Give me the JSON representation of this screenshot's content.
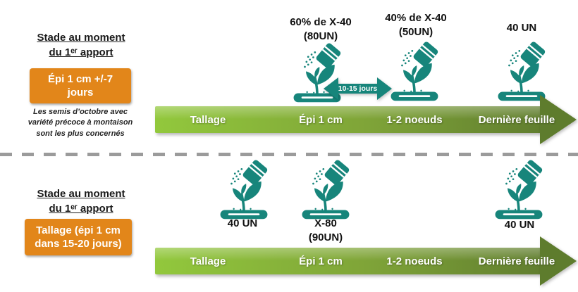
{
  "stages": [
    "Tallage",
    "Épi 1 cm",
    "1-2 noeuds",
    "Dernière feuille"
  ],
  "top": {
    "header_line1": "Stade au moment",
    "header_line2": "du 1ᵉʳ apport",
    "stage_box": "Épi 1 cm +/-7 jours",
    "note_lines": [
      "Les semis d’octobre avec",
      "variété précoce à montaison",
      "sont les plus concernés"
    ],
    "applications": [
      {
        "line1": "60% de X-40",
        "line2": "(80UN)"
      },
      {
        "line1": "40% de X-40",
        "line2": "(50UN)"
      },
      {
        "line1": "40 UN",
        "line2": ""
      }
    ],
    "interval_label": "10-15 jours"
  },
  "bottom": {
    "header_line1": "Stade au moment",
    "header_line2": "du 1ᵉʳ apport",
    "stage_box": "Tallage (épi 1 cm dans 15-20 jours)",
    "applications": [
      {
        "line1": "40 UN",
        "line2": ""
      },
      {
        "line1": "X-80",
        "line2": "(90UN)"
      },
      {
        "line1": "40 UN",
        "line2": ""
      }
    ]
  },
  "colors": {
    "orange": "#E2861A",
    "teal": "#17857B",
    "green_gradient_start": "#92C83C",
    "green_gradient_end": "#5E7C2D",
    "divider_gray": "#9B9B9B",
    "stage_text": "#FFFFFF"
  },
  "icons": {
    "fertilizer_icon": "fertilizer-spreading-on-seedling",
    "interval_icon": "double-headed-arrow"
  }
}
